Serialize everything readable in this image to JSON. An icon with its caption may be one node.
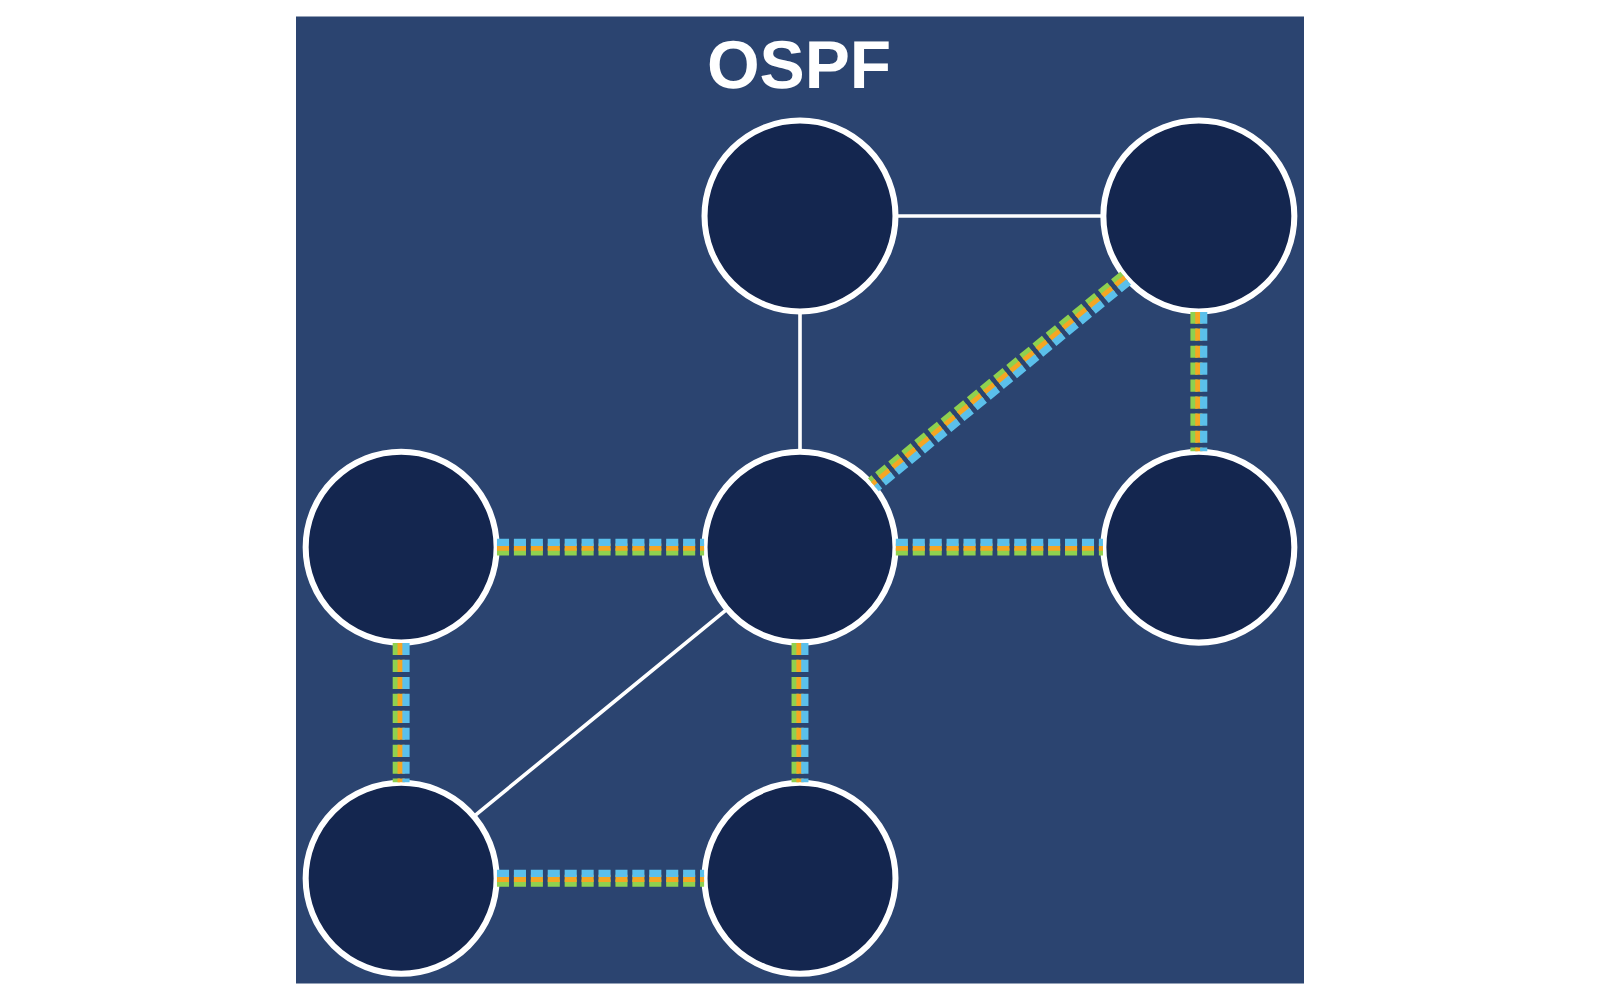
{
  "diagram": {
    "title": "OSPF",
    "nodes": [
      {
        "text": [],
        "shape": "circle"
      },
      {
        "text": [],
        "shape": "circle"
      },
      {
        "text": [],
        "shape": "circle"
      },
      {
        "text": [],
        "shape": "circle"
      },
      {
        "text": [],
        "shape": "circle"
      },
      {
        "text": [],
        "shape": "circle"
      },
      {
        "text": [],
        "shape": "circle"
      }
    ],
    "edges": [
      {
        "from": 0,
        "to": 1,
        "arrow": "none",
        "color": "#ffffff"
      },
      {
        "from": 0,
        "to": 3,
        "arrow": "none",
        "color": "#ffffff"
      },
      {
        "from": 1,
        "to": 3,
        "arrow": "none",
        "style": "dashed"
      },
      {
        "from": 1,
        "to": 4,
        "arrow": "none",
        "style": "dashed"
      },
      {
        "from": 2,
        "to": 3,
        "arrow": "none",
        "style": "dashed"
      },
      {
        "from": 3,
        "to": 4,
        "arrow": "none",
        "style": "dashed"
      },
      {
        "from": 2,
        "to": 5,
        "arrow": "none",
        "style": "dashed"
      },
      {
        "from": 3,
        "to": 5,
        "arrow": "none",
        "color": "#ffffff"
      },
      {
        "from": 3,
        "to": 6,
        "arrow": "none",
        "style": "dashed"
      },
      {
        "from": 5,
        "to": 6,
        "arrow": "none",
        "style": "dashed"
      }
    ]
  }
}
